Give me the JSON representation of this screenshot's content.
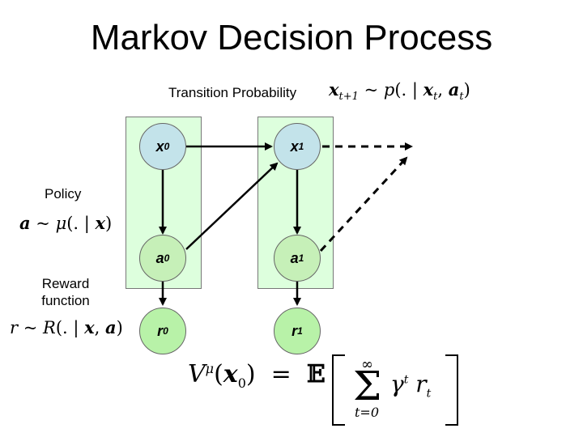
{
  "title": "Markov Decision Process",
  "labels": {
    "transition": "Transition Probability",
    "policy": "Policy",
    "reward_line1": "Reward",
    "reward_line2": "function"
  },
  "nodes": {
    "x0": {
      "name": "x",
      "sub": "0"
    },
    "x1": {
      "name": "x",
      "sub": "1"
    },
    "a0": {
      "name": "a",
      "sub": "0"
    },
    "a1": {
      "name": "a",
      "sub": "1"
    },
    "r0": {
      "name": "r",
      "sub": "0"
    },
    "r1": {
      "name": "r",
      "sub": "1"
    }
  },
  "formulas": {
    "transition": "x_{t+1} ~ p(. | x_t, a_t)",
    "policy": "a ~ μ(. | x)",
    "reward": "r ~ R(. | x, a)",
    "value": "V^μ(x_0) = E[ Σ_{t=0}^{∞} γ^t r_t ]"
  },
  "colors": {
    "column_bg": "#ddffdd",
    "state_node": "#c3e3ea",
    "action_node": "#c6f0b8",
    "reward_node": "#b8f2a8"
  }
}
